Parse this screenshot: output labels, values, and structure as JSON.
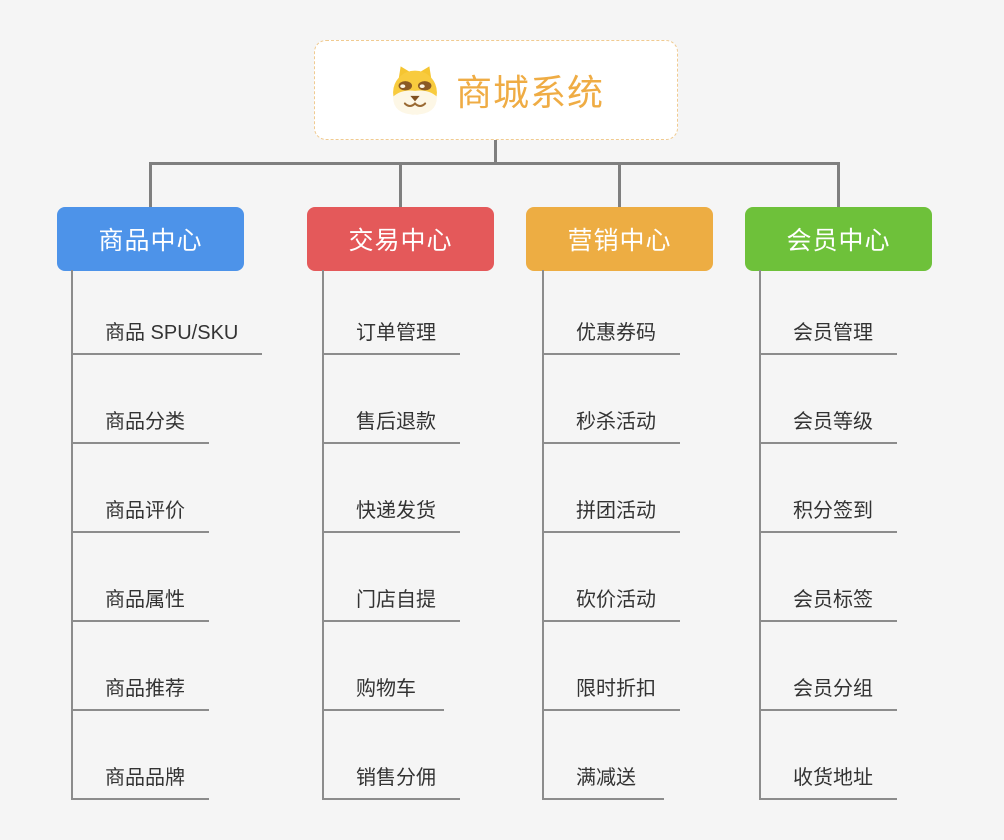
{
  "page": {
    "background_color": "#f5f5f5",
    "connector_color": "#7f7f7f",
    "underline_color": "#8c8c8c",
    "leaf_text_color": "#333333"
  },
  "root": {
    "title": "商城系统",
    "icon": "dog-face-icon",
    "text_color": "#efac44",
    "border_color": "#f0ca90"
  },
  "branches": [
    {
      "title": "商品中心",
      "color": "#4d93e9",
      "items": [
        "商品 SPU/SKU",
        "商品分类",
        "商品评价",
        "商品属性",
        "商品推荐",
        "商品品牌"
      ]
    },
    {
      "title": "交易中心",
      "color": "#e4595a",
      "items": [
        "订单管理",
        "售后退款",
        "快递发货",
        "门店自提",
        "购物车",
        "销售分佣"
      ]
    },
    {
      "title": "营销中心",
      "color": "#edad43",
      "items": [
        "优惠券码",
        "秒杀活动",
        "拼团活动",
        "砍价活动",
        "限时折扣",
        "满减送"
      ]
    },
    {
      "title": "会员中心",
      "color": "#6ec13a",
      "items": [
        "会员管理",
        "会员等级",
        "积分签到",
        "会员标签",
        "会员分组",
        "收货地址"
      ]
    }
  ]
}
